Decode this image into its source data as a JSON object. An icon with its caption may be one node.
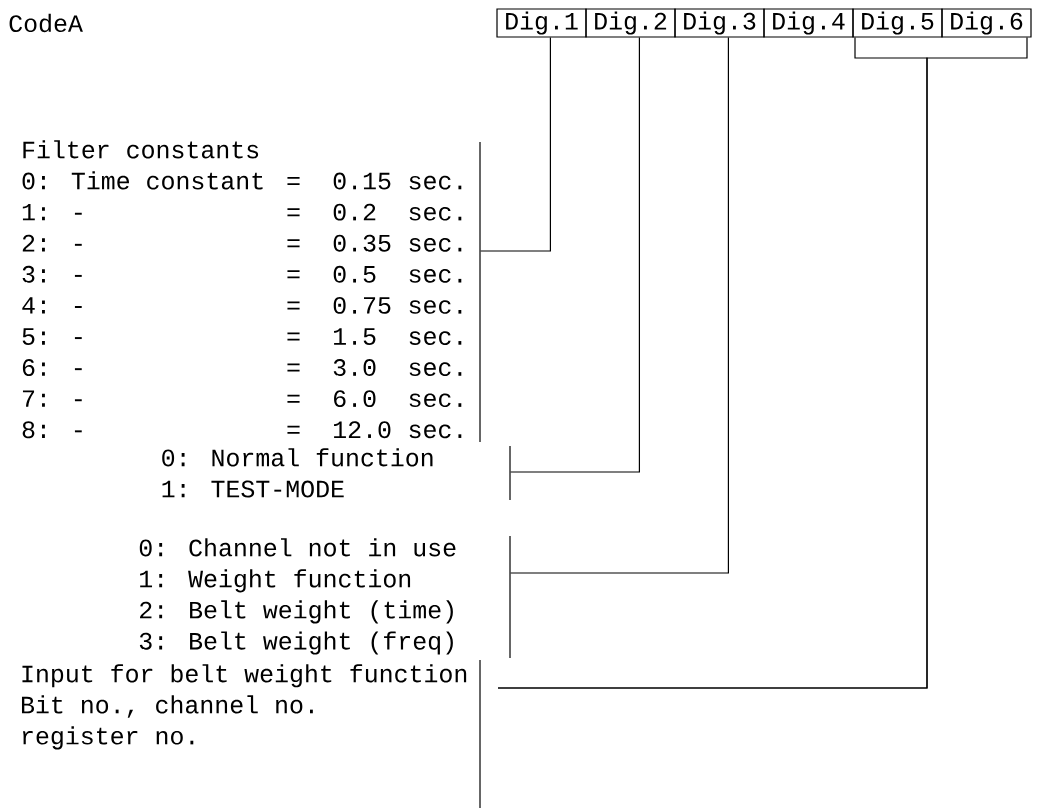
{
  "diagram": {
    "nodes": [
      {
        "text": [
          "Dig.1"
        ]
      },
      {
        "text": [
          "Dig.2"
        ]
      },
      {
        "text": [
          "Dig.3"
        ]
      },
      {
        "text": [
          "Dig.4"
        ]
      },
      {
        "text": [
          "Dig.5"
        ]
      },
      {
        "text": [
          "Dig.6"
        ]
      },
      {
        "text": [
          "Filter constants",
          "0: Time constant",
          "=",
          "0.15",
          "sec.",
          "1: -",
          "=",
          "0.2",
          "sec.",
          "2: -",
          "=",
          "0.35",
          "sec.",
          "3: -",
          "=",
          "0.5",
          "sec.",
          "4: -",
          "=",
          "0.75",
          "sec.",
          "5: -",
          "=",
          "1.5",
          "sec.",
          "6: -",
          "=",
          "3.0",
          "sec.",
          "7: -",
          "=",
          "6.0",
          "sec.",
          "8: -",
          "=",
          "12.0",
          "sec."
        ]
      },
      {
        "text": [
          "0: Normal function",
          "1: TEST-MODE"
        ]
      },
      {
        "text": [
          "0: Channel not in use",
          "1: Weight function",
          "2: Belt weight (time)",
          "3: Belt weight (freq)"
        ]
      },
      {
        "text": [
          "Input for belt weight function",
          "Bit no., channel no.",
          "register no."
        ]
      }
    ],
    "edges": [
      {
        "from": 6,
        "to": 0,
        "arrow": "none"
      },
      {
        "from": 7,
        "to": 1,
        "arrow": "none"
      },
      {
        "from": 8,
        "to": 2,
        "arrow": "none"
      },
      {
        "from": 9,
        "to": 4,
        "arrow": "none"
      },
      {
        "from": 9,
        "to": 5,
        "arrow": "none"
      }
    ],
    "labels": [
      "CodeA"
    ]
  }
}
